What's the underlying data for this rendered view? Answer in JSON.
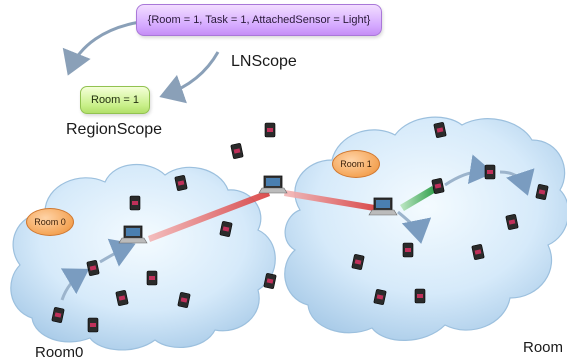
{
  "lnscope_query": "{Room = 1, Task = 1, AttachedSensor = Light}",
  "lnscope_label": "LNScope",
  "region_query": "Room = 1",
  "regionscope_label": "RegionScope",
  "room0_badge": "Room 0",
  "room1_badge": "Room 1",
  "room0_label": "Room0",
  "room1_label": "Room",
  "colors": {
    "lnscope_box": "#d4a8ff",
    "region_box": "#c9f08a",
    "room_badge": "#f4a456",
    "cloud": "#c9e2f5",
    "long_link": "#e05a5a",
    "green_link": "#3fb35a",
    "blue_arrow": "#8aa8c8"
  }
}
